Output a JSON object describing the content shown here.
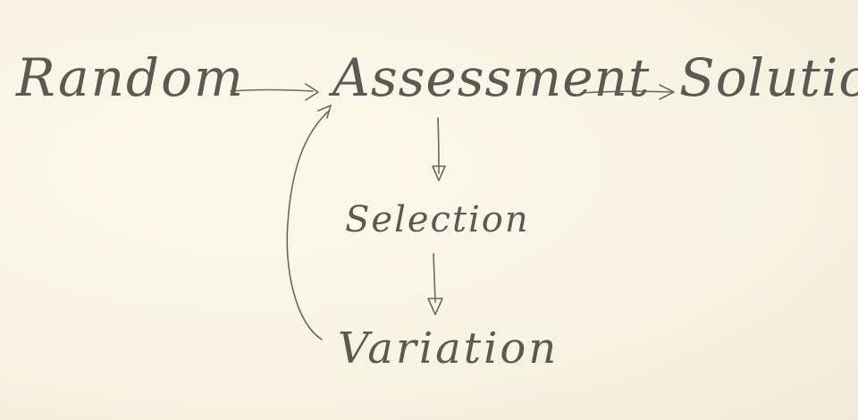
{
  "diagram": {
    "nodes": {
      "random": "Random",
      "assessment": "Assessment",
      "solution": "Solution",
      "selection": "Selection",
      "variation": "Variation"
    },
    "edges": [
      {
        "from": "random",
        "to": "assessment"
      },
      {
        "from": "assessment",
        "to": "solution"
      },
      {
        "from": "assessment",
        "to": "selection"
      },
      {
        "from": "selection",
        "to": "variation"
      },
      {
        "from": "variation",
        "to": "assessment"
      }
    ],
    "colors": {
      "paper": "#f8f6e7",
      "ink": "#5a5a54"
    }
  }
}
